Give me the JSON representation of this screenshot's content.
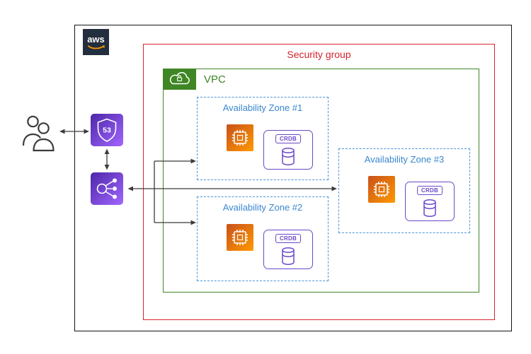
{
  "diagram": {
    "aws_logo": {
      "text": "aws"
    },
    "security_group": {
      "label": "Security group",
      "color": "#d6242d"
    },
    "vpc": {
      "label": "VPC",
      "color": "#3f8624"
    },
    "availability_zones": [
      {
        "label": "Availability Zone #1"
      },
      {
        "label": "Availability Zone #2"
      },
      {
        "label": "Availability Zone #3"
      }
    ],
    "az_style": {
      "border_color": "#4a94d8",
      "label_color": "#3a87cf"
    },
    "database": {
      "label": "CRDB",
      "color": "#6b48c8"
    },
    "route53": {
      "badge": "53"
    },
    "icons": {
      "users": "users-icon",
      "dns": "route53-shield-icon",
      "load_balancer": "elastic-load-balancing-icon",
      "compute": "ec2-instance-icon",
      "database": "database-cylinder-icon",
      "vpc_group": "vpc-cloud-lock-icon",
      "logo": "aws-logo"
    },
    "palette": {
      "compute_orange_from": "#c8511b",
      "compute_orange_to": "#ff9900",
      "network_purple_from": "#4d27a8",
      "network_purple_to": "#a166ff",
      "arrow": "#3b3b3b",
      "aws_navy": "#232f3e",
      "aws_smile": "#ff9900"
    },
    "connections": [
      {
        "from": "users",
        "to": "route53",
        "bidirectional": true
      },
      {
        "from": "route53",
        "to": "load-balancer",
        "bidirectional": true
      },
      {
        "from": "load-balancer",
        "to": "availability-zone-1",
        "direction": "to"
      },
      {
        "from": "load-balancer",
        "to": "availability-zone-2",
        "direction": "to"
      },
      {
        "from": "load-balancer",
        "to": "availability-zone-3",
        "bidirectional": true
      }
    ]
  }
}
